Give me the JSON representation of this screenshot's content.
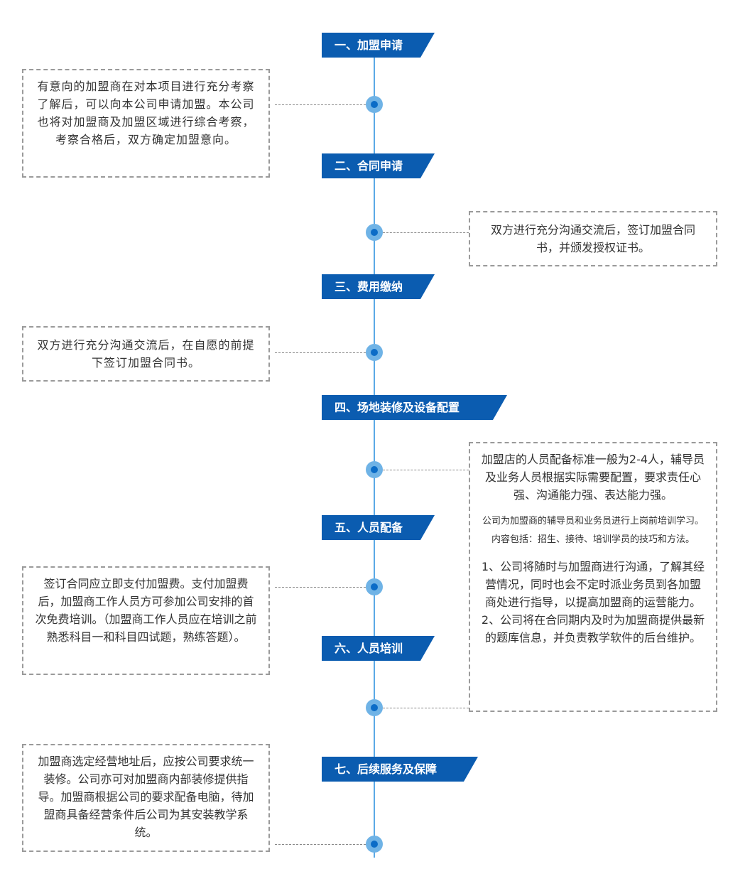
{
  "steps": [
    {
      "title": "一、加盟申请"
    },
    {
      "title": "二、合同申请"
    },
    {
      "title": "三、费用缴纳"
    },
    {
      "title": "四、场地装修及设备配置"
    },
    {
      "title": "五、人员配备"
    },
    {
      "title": "六、人员培训"
    },
    {
      "title": "七、后续服务及保障"
    }
  ],
  "notes": [
    {
      "text": "有意向的加盟商在对本项目进行充分考察了解后，可以向本公司申请加盟。本公司也将对加盟商及加盟区域进行综合考察，考察合格后，双方确定加盟意向。"
    },
    {
      "text": "双方进行充分沟通交流后，签订加盟合同书，并颁发授权证书。"
    },
    {
      "text": "双方进行充分沟通交流后，在自愿的前提下签订加盟合同书。"
    },
    {
      "p1": "加盟店的人员配备标准一般为2-4人，辅导员及业务人员根据实际需要配置，要求责任心强、沟通能力强、表达能力强。",
      "p2": "公司为加盟商的辅导员和业务员进行上岗前培训学习。内容包括：招生、接待、培训学员的技巧和方法。",
      "p3": "1、公司将随时与加盟商进行沟通，了解其经营情况，同时也会不定时派业务员到各加盟商处进行指导，以提高加盟商的运营能力。2、公司将在合同期内及时为加盟商提供最新的题库信息，并负责教学软件的后台维护。"
    },
    {
      "text": "签订合同应立即支付加盟费。支付加盟费后，加盟商工作人员方可参加公司安排的首次免费培训。（加盟商工作人员应在培训之前熟悉科目一和科目四试题，熟练答题）。"
    },
    {
      "text": "加盟商选定经营地址后，应按公司要求统一装修。公司亦可对加盟商内部装修提供指导。加盟商根据公司的要求配备电脑，待加盟商具备经营条件后公司为其安装教学系统。"
    }
  ]
}
